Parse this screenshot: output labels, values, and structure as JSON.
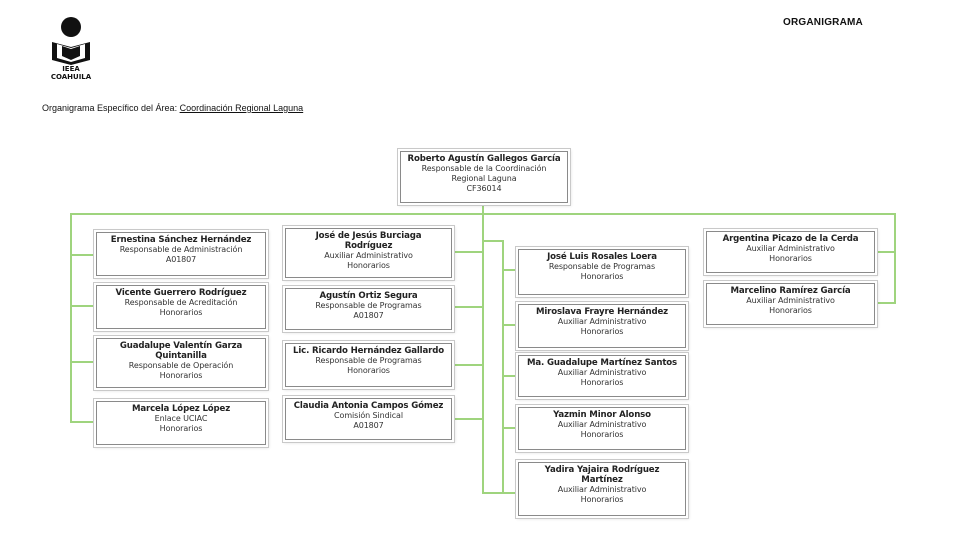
{
  "header": {
    "title": "ORGANIGRAMA",
    "logo_line1": "IEEA",
    "logo_line2": "COAHUILA"
  },
  "subtitle": {
    "prefix": "Organigrama Específico del Área:",
    "area": "Coordinación Regional Laguna"
  },
  "root": {
    "name": "Roberto Agustín Gallegos García",
    "line1": "Responsable de la Coordinación",
    "line2": "Regional Laguna",
    "line3": "CF36014"
  },
  "col1": [
    {
      "name": "Ernestina Sánchez Hernández",
      "role": "Responsable de Administración",
      "code": "A01807"
    },
    {
      "name": "Vicente Guerrero Rodríguez",
      "role": "Responsable de Acreditación",
      "code": "Honorarios"
    },
    {
      "name": "Guadalupe Valentín Garza",
      "name2": "Quintanilla",
      "role": "Responsable de Operación",
      "code": "Honorarios"
    },
    {
      "name": "Marcela López López",
      "role": "Enlace UCIAC",
      "code": "Honorarios"
    }
  ],
  "col2": [
    {
      "name": "José de Jesús Burciaga",
      "name2": "Rodríguez",
      "role": "Auxiliar Administrativo",
      "code": "Honorarios"
    },
    {
      "name": "Agustín Ortiz Segura",
      "role": "Responsable de Programas",
      "code": "A01807"
    },
    {
      "name": "Lic. Ricardo Hernández Gallardo",
      "role": "Responsable de Programas",
      "code": "Honorarios"
    },
    {
      "name": "Claudia Antonia Campos Gómez",
      "role": "Comisión Sindical",
      "code": "A01807"
    }
  ],
  "col3": [
    {
      "name": "José Luis Rosales Loera",
      "role": "Responsable de Programas",
      "code": "Honorarios"
    },
    {
      "name": "Miroslava Frayre Hernández",
      "role": "Auxiliar Administrativo",
      "code": "Honorarios"
    },
    {
      "name": "Ma. Guadalupe Martínez Santos",
      "role": "Auxiliar Administrativo",
      "code": "Honorarios"
    },
    {
      "name": "Yazmin Minor Alonso",
      "role": "Auxiliar Administrativo",
      "code": "Honorarios"
    },
    {
      "name": "Yadira Yajaira Rodríguez",
      "name2": "Martínez",
      "role": "Auxiliar Administrativo",
      "code": "Honorarios"
    }
  ],
  "col4": [
    {
      "name": "Argentina Picazo de la Cerda",
      "role": "Auxiliar Administrativo",
      "code": "Honorarios"
    },
    {
      "name": "Marcelino Ramírez García",
      "role": "Auxiliar Administrativo",
      "code": "Honorarios"
    }
  ]
}
